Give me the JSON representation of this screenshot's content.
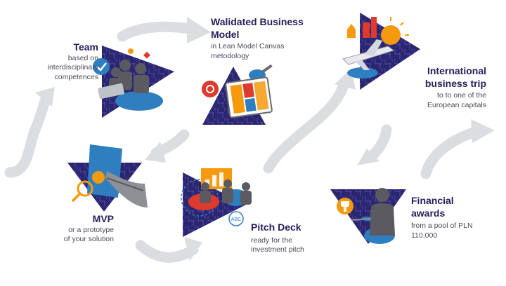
{
  "colors": {
    "navy": "#2b2670",
    "blue": "#2f7ec0",
    "orange": "#f59a0c",
    "red": "#df3a2e",
    "arrow": "#dcdde0",
    "title": "#24205c",
    "body": "#4a4a5a"
  },
  "steps": {
    "team": {
      "title": "Team",
      "desc": [
        "based on",
        "interdisciplinary",
        "competences"
      ],
      "icon": "team-photo-illustration"
    },
    "model": {
      "title": [
        "Walidated Business",
        "Model"
      ],
      "desc": [
        "in Lean Model Canvas",
        "metodology"
      ],
      "icon": "canvas-tablet-illustration"
    },
    "trip": {
      "title": [
        "International",
        "business trip"
      ],
      "desc": [
        "to to one of the",
        "European capitals"
      ],
      "icon": "airplane-city-illustration"
    },
    "mvp": {
      "title": "MVP",
      "desc": [
        "or a prototype",
        "of your solution"
      ],
      "icon": "prototype-drawing-illustration"
    },
    "pitch": {
      "title": "Pitch Deck",
      "desc": [
        "ready for the",
        "investment pitch"
      ],
      "icon": "presentation-illustration"
    },
    "awards": {
      "title": [
        "Financial",
        "awards"
      ],
      "desc": [
        "from a pool of PLN",
        "110,000"
      ],
      "icon": "trophy-woman-illustration"
    }
  }
}
